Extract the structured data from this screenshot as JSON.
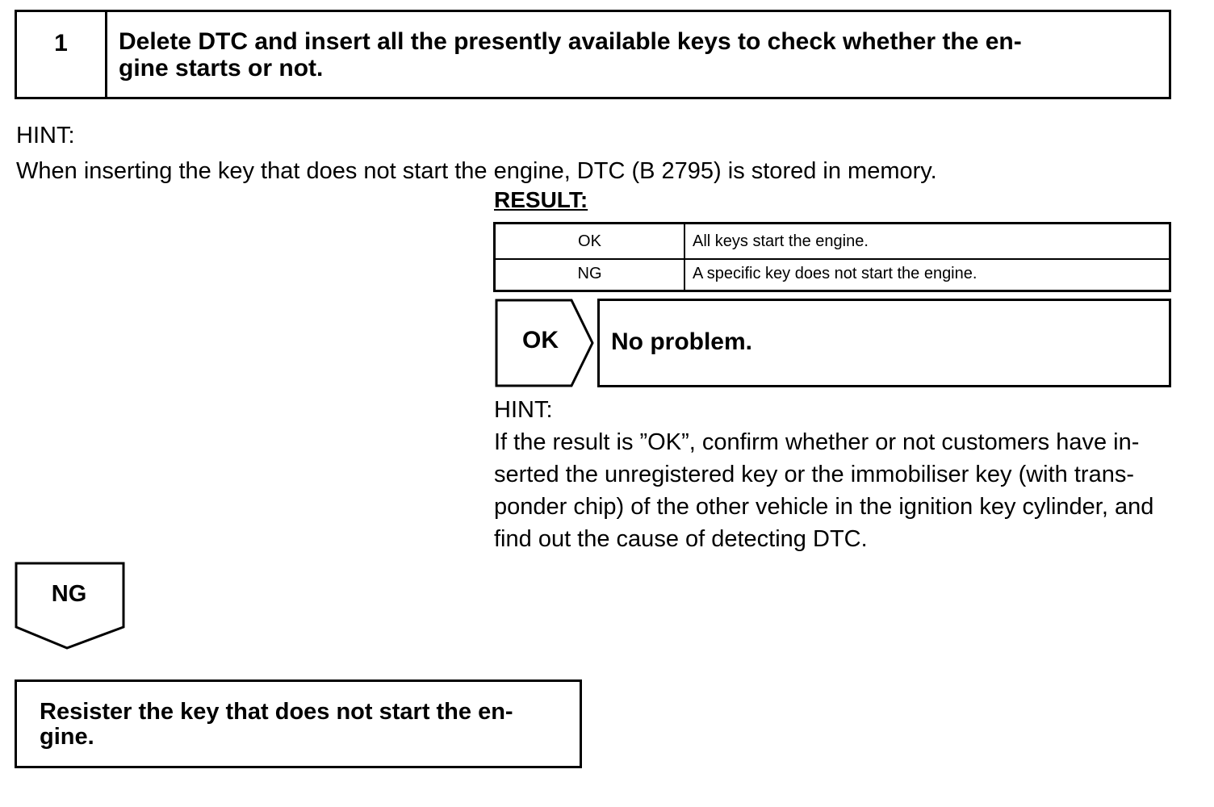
{
  "step": {
    "number": "1",
    "title": "Delete DTC and insert all the presently available keys to check whether the en-\ngine starts or not."
  },
  "hint1": {
    "label": "HINT:",
    "text": "When inserting the key that does not start the engine, DTC (B 2795) is stored in memory."
  },
  "result": {
    "label": "RESULT:",
    "rows": [
      {
        "code": "OK",
        "description": "All keys start the engine."
      },
      {
        "code": "NG",
        "description": "A specific key does not start the engine."
      }
    ]
  },
  "ok_branch": {
    "label": "OK",
    "text": "No problem."
  },
  "hint2": {
    "label": "HINT:",
    "text": "If the result is ”OK”, confirm whether or not customers have in-\nserted the unregistered key or the immobiliser key (with trans-\nponder chip) of the other vehicle in the ignition key cylinder, and\nfind out the cause of detecting DTC."
  },
  "ng_branch": {
    "label": "NG"
  },
  "action": {
    "text": "Resister the key that does not start the en-\ngine."
  }
}
